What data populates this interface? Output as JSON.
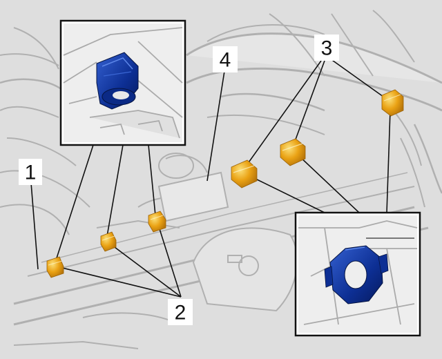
{
  "callouts": {
    "one": "1",
    "two": "2",
    "three": "3",
    "four": "4"
  },
  "colors": {
    "background": "#dcdcdc",
    "line_art": "#b4b4b4",
    "clip_orange": "#e8a010",
    "clip_orange_light": "#f8d060",
    "clip_blue": "#0a2a8a",
    "clip_blue_light": "#2c56c8",
    "leader": "#111111",
    "frame": "#111111"
  },
  "icons": {
    "detail_top_left": "blue-clip-detail",
    "detail_bottom_right": "blue-ring-clip-detail",
    "clip": "orange-clip-icon"
  }
}
